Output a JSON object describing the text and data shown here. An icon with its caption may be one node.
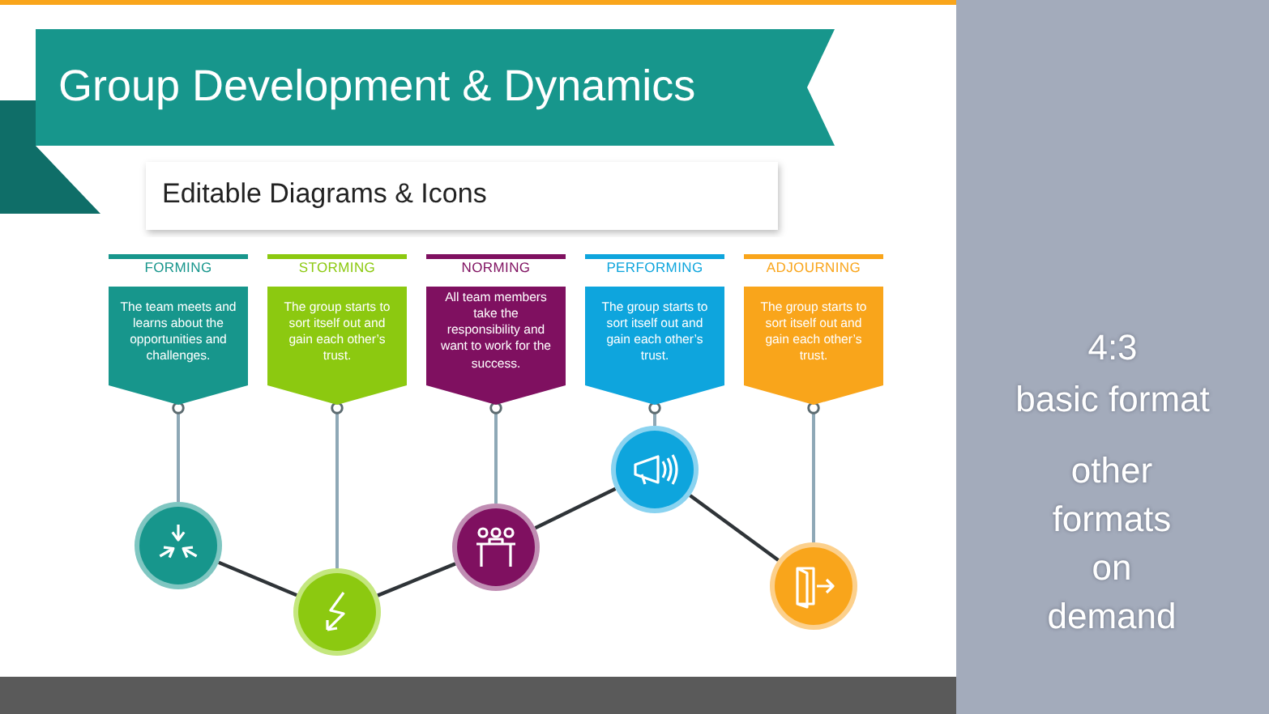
{
  "diagram": {
    "title": "Group Development & Dynamics",
    "nodes": [
      {
        "text": [
          "FORMING",
          "The team meets and learns about the opportunities and challenges."
        ]
      },
      {
        "text": [
          "STORMING",
          "The group starts to sort itself out and gain each other’s trust."
        ]
      },
      {
        "text": [
          "NORMING",
          "All team members take the responsibility and want to work for the success."
        ]
      },
      {
        "text": [
          "PERFORMING",
          "The group starts to sort itself out and gain each other’s trust."
        ]
      },
      {
        "text": [
          "ADJOURNING",
          "The group starts to sort itself out and gain each other’s trust."
        ]
      },
      {
        "text": [],
        "shape": "circle"
      },
      {
        "text": [],
        "shape": "circle"
      },
      {
        "text": [],
        "shape": "circle"
      },
      {
        "text": [],
        "shape": "circle"
      },
      {
        "text": [],
        "shape": "circle"
      }
    ],
    "edges": [
      {
        "from": 0,
        "to": 5,
        "arrow": "other"
      },
      {
        "from": 1,
        "to": 6,
        "arrow": "other"
      },
      {
        "from": 2,
        "to": 7,
        "arrow": "other"
      },
      {
        "from": 3,
        "to": 8,
        "arrow": "other"
      },
      {
        "from": 4,
        "to": 9,
        "arrow": "other"
      },
      {
        "from": 5,
        "to": 6,
        "arrow": "none",
        "color": "#2f3438"
      },
      {
        "from": 6,
        "to": 7,
        "arrow": "none",
        "color": "#2f3438"
      },
      {
        "from": 7,
        "to": 8,
        "arrow": "none",
        "color": "#2f3438"
      },
      {
        "from": 8,
        "to": 9,
        "arrow": "none",
        "color": "#2f3438"
      }
    ],
    "labels": [
      "Editable Diagrams & Icons",
      "4:3",
      "basic format",
      "other formats on demand"
    ]
  }
}
